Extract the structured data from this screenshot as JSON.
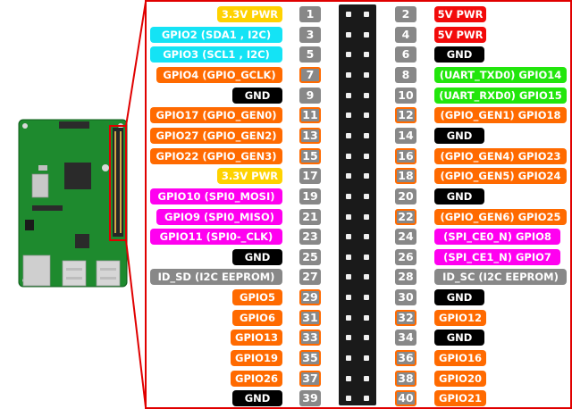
{
  "colors": {
    "power33": "#ffd200",
    "power5": "#f20a0a",
    "ground": "#000000",
    "i2c": "#14e3f5",
    "gpio": "#ff6a00",
    "uart": "#22e60c",
    "spi": "#ff00f0",
    "eeprom": "#888888",
    "pin_number": "#888888",
    "highlight_border": "#ff6a00",
    "frame": "#e00000"
  },
  "rows": [
    {
      "left": {
        "text": "3.3V PWR",
        "kind": "power33"
      },
      "lnum": "1",
      "rnum": "2",
      "right": {
        "text": "5V PWR",
        "kind": "power5"
      },
      "lhl": false,
      "rhl": false
    },
    {
      "left": {
        "text": "GPIO2 (SDA1 , I2C)",
        "kind": "i2c"
      },
      "lnum": "3",
      "rnum": "4",
      "right": {
        "text": "5V PWR",
        "kind": "power5"
      },
      "lhl": false,
      "rhl": false
    },
    {
      "left": {
        "text": "GPIO3 (SCL1 , I2C)",
        "kind": "i2c"
      },
      "lnum": "5",
      "rnum": "6",
      "right": {
        "text": "GND",
        "kind": "ground"
      },
      "lhl": false,
      "rhl": false
    },
    {
      "left": {
        "text": "GPIO4 (GPIO_GCLK)",
        "kind": "gpio"
      },
      "lnum": "7",
      "rnum": "8",
      "right": {
        "text": "(UART_TXD0) GPIO14",
        "kind": "uart"
      },
      "lhl": true,
      "rhl": false
    },
    {
      "left": {
        "text": "GND",
        "kind": "ground"
      },
      "lnum": "9",
      "rnum": "10",
      "right": {
        "text": "(UART_RXD0) GPIO15",
        "kind": "uart"
      },
      "lhl": false,
      "rhl": false
    },
    {
      "left": {
        "text": "GPIO17 (GPIO_GEN0)",
        "kind": "gpio"
      },
      "lnum": "11",
      "rnum": "12",
      "right": {
        "text": "(GPIO_GEN1) GPIO18",
        "kind": "gpio"
      },
      "lhl": true,
      "rhl": true
    },
    {
      "left": {
        "text": "GPIO27 (GPIO_GEN2)",
        "kind": "gpio"
      },
      "lnum": "13",
      "rnum": "14",
      "right": {
        "text": "GND",
        "kind": "ground"
      },
      "lhl": true,
      "rhl": false
    },
    {
      "left": {
        "text": "GPIO22 (GPIO_GEN3)",
        "kind": "gpio"
      },
      "lnum": "15",
      "rnum": "16",
      "right": {
        "text": "(GPIO_GEN4) GPIO23",
        "kind": "gpio"
      },
      "lhl": true,
      "rhl": true
    },
    {
      "left": {
        "text": "3.3V PWR",
        "kind": "power33"
      },
      "lnum": "17",
      "rnum": "18",
      "right": {
        "text": "(GPIO_GEN5) GPIO24",
        "kind": "gpio"
      },
      "lhl": false,
      "rhl": true
    },
    {
      "left": {
        "text": "GPIO10 (SPI0_MOSI)",
        "kind": "spi"
      },
      "lnum": "19",
      "rnum": "20",
      "right": {
        "text": "GND",
        "kind": "ground"
      },
      "lhl": false,
      "rhl": false
    },
    {
      "left": {
        "text": "GPIO9 (SPI0_MISO)",
        "kind": "spi"
      },
      "lnum": "21",
      "rnum": "22",
      "right": {
        "text": "(GPIO_GEN6) GPIO25",
        "kind": "gpio"
      },
      "lhl": false,
      "rhl": true
    },
    {
      "left": {
        "text": "GPIO11 (SPI0-_CLK)",
        "kind": "spi"
      },
      "lnum": "23",
      "rnum": "24",
      "right": {
        "text": "(SPI_CE0_N) GPIO8",
        "kind": "spi"
      },
      "lhl": false,
      "rhl": false
    },
    {
      "left": {
        "text": "GND",
        "kind": "ground"
      },
      "lnum": "25",
      "rnum": "26",
      "right": {
        "text": "(SPI_CE1_N) GPIO7",
        "kind": "spi"
      },
      "lhl": false,
      "rhl": false
    },
    {
      "left": {
        "text": "ID_SD (I2C EEPROM)",
        "kind": "eeprom"
      },
      "lnum": "27",
      "rnum": "28",
      "right": {
        "text": "ID_SC (I2C EEPROM)",
        "kind": "eeprom"
      },
      "lhl": false,
      "rhl": false
    },
    {
      "left": {
        "text": "GPIO5",
        "kind": "gpio"
      },
      "lnum": "29",
      "rnum": "30",
      "right": {
        "text": "GND",
        "kind": "ground"
      },
      "lhl": true,
      "rhl": false
    },
    {
      "left": {
        "text": "GPIO6",
        "kind": "gpio"
      },
      "lnum": "31",
      "rnum": "32",
      "right": {
        "text": "GPIO12",
        "kind": "gpio"
      },
      "lhl": true,
      "rhl": true
    },
    {
      "left": {
        "text": "GPIO13",
        "kind": "gpio"
      },
      "lnum": "33",
      "rnum": "34",
      "right": {
        "text": "GND",
        "kind": "ground"
      },
      "lhl": true,
      "rhl": false
    },
    {
      "left": {
        "text": "GPIO19",
        "kind": "gpio"
      },
      "lnum": "35",
      "rnum": "36",
      "right": {
        "text": "GPIO16",
        "kind": "gpio"
      },
      "lhl": true,
      "rhl": true
    },
    {
      "left": {
        "text": "GPIO26",
        "kind": "gpio"
      },
      "lnum": "37",
      "rnum": "38",
      "right": {
        "text": "GPIO20",
        "kind": "gpio"
      },
      "lhl": true,
      "rhl": true
    },
    {
      "left": {
        "text": "GND",
        "kind": "ground"
      },
      "lnum": "39",
      "rnum": "40",
      "right": {
        "text": "GPIO21",
        "kind": "gpio"
      },
      "lhl": false,
      "rhl": true
    }
  ]
}
